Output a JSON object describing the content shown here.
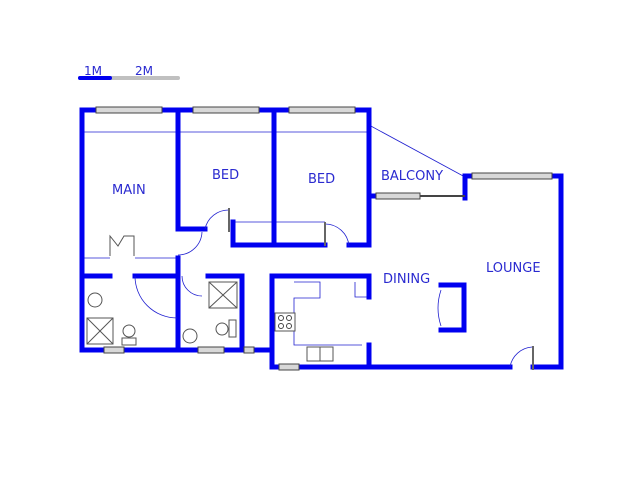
{
  "scale": {
    "label_1": "1M",
    "label_2": "2M"
  },
  "rooms": {
    "main": "MAIN",
    "bed_1": "BED",
    "bed_2": "BED",
    "balcony": "BALCONY",
    "dining": "DINING",
    "lounge": "LOUNGE"
  },
  "colors": {
    "wall": "#0000f0",
    "label": "#2a2ad0"
  }
}
